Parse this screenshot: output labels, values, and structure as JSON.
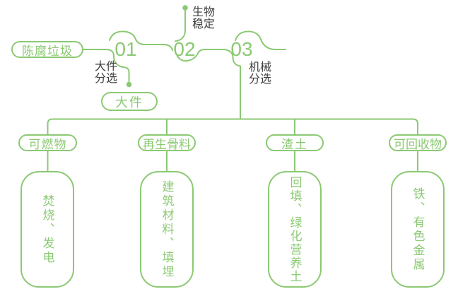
{
  "palette": {
    "green": "#8BC973",
    "dark_text": "#3E3E3E",
    "background": "#FFFFFF"
  },
  "source": {
    "label": "陈腐垃圾"
  },
  "steps": [
    {
      "number": "01",
      "process": "大件\n分选",
      "output": "大件"
    },
    {
      "number": "02",
      "process": "生物\n稳定"
    },
    {
      "number": "03",
      "process": "机械\n分选"
    }
  ],
  "branches": [
    {
      "category": "可燃物",
      "outcome": "焚烧、发电"
    },
    {
      "category": "再生骨料",
      "outcome": "建筑材料、填埋"
    },
    {
      "category": "渣土",
      "outcome": "回填、绿化营养土"
    },
    {
      "category": "可回收物",
      "outcome": "铁、有色金属"
    }
  ]
}
